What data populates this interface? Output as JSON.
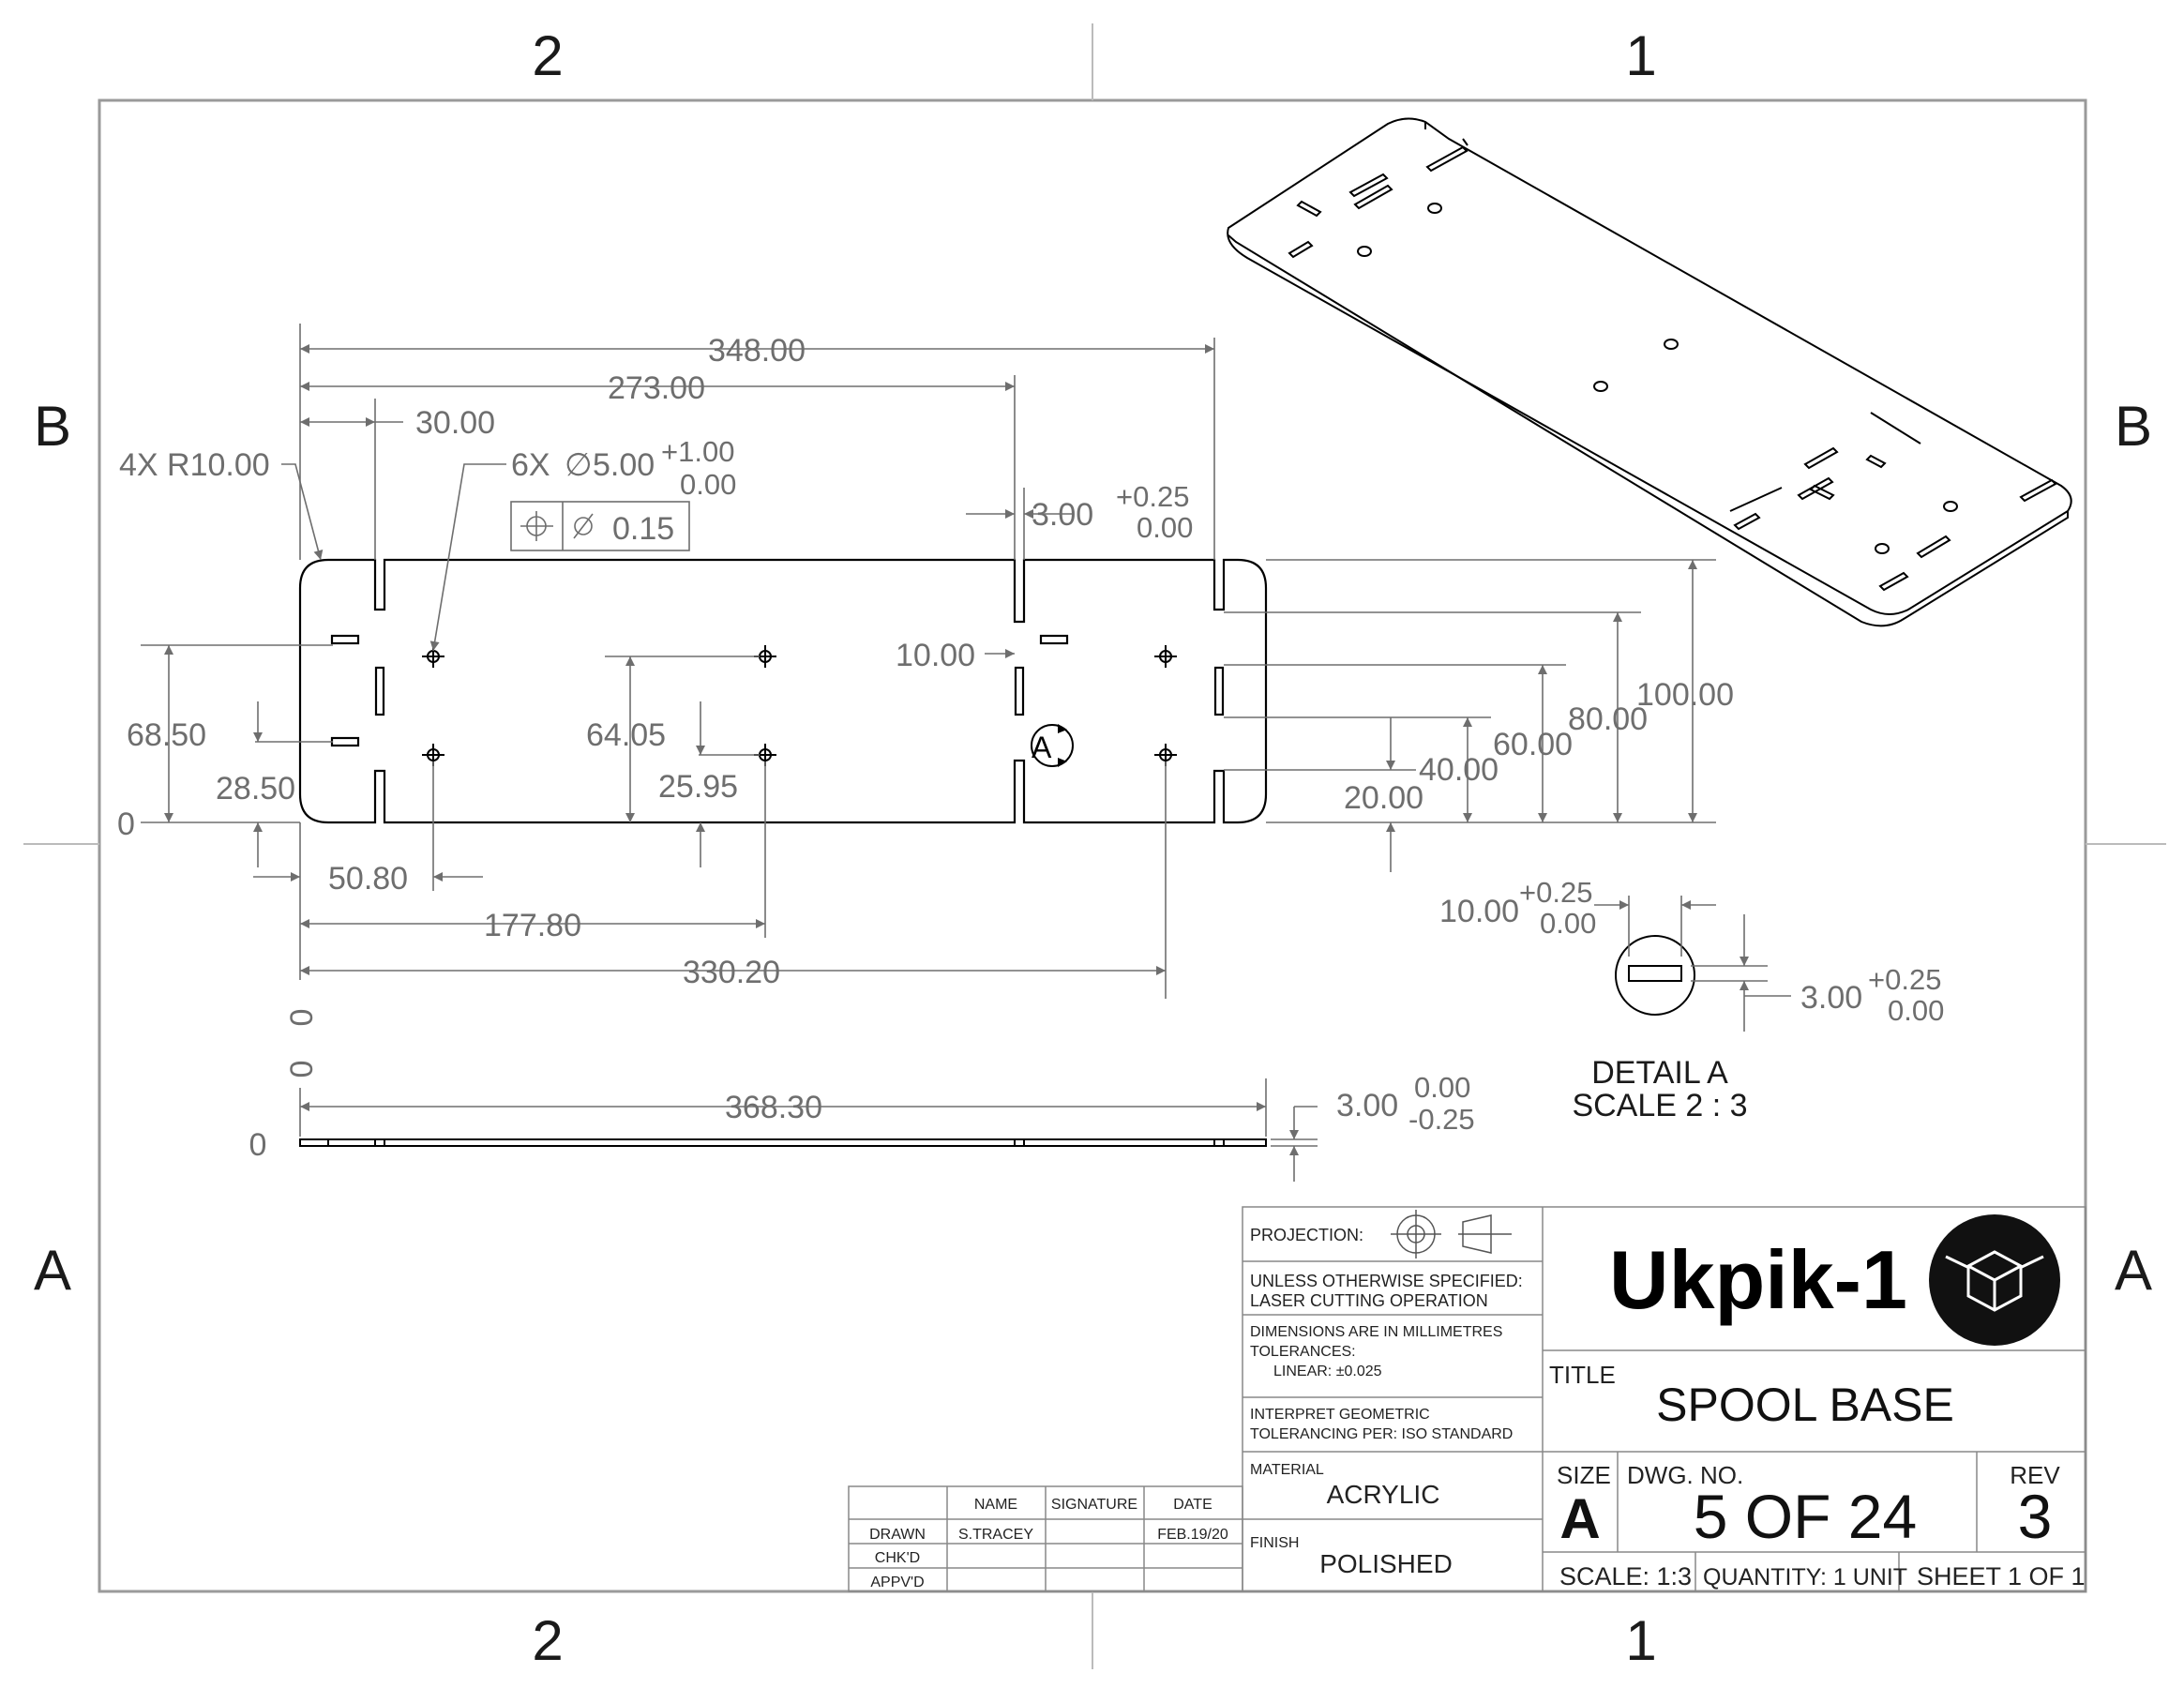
{
  "zones": {
    "top": [
      "2",
      "1"
    ],
    "bottom": [
      "2",
      "1"
    ],
    "left": [
      "B",
      "A"
    ],
    "right": [
      "B",
      "A"
    ]
  },
  "top_view": {
    "overall_length": "348.00",
    "slot_position": "273.00",
    "first_slot": "30.00",
    "corner_radius": "4X R10.00",
    "hole_callout": "6X",
    "hole_dia": "5.00",
    "hole_tol_upper": "+1.00",
    "hole_tol_lower": "0.00",
    "position_tol": "0.15",
    "slot_width": "3.00",
    "slot_width_tol_upper": "+0.25",
    "slot_width_tol_lower": "0.00",
    "slot_10": "10.00",
    "y_68_50": "68.50",
    "y_28_50": "28.50",
    "y_0": "0",
    "y_64_05": "64.05",
    "y_25_95": "25.95",
    "x_50_80": "50.80",
    "x_177_80": "177.80",
    "x_330_20": "330.20",
    "r_100": "100.00",
    "r_80": "80.00",
    "r_60": "60.00",
    "r_40": "40.00",
    "r_20": "20.00",
    "detail_callout": "A"
  },
  "detail": {
    "width": "10.00",
    "width_tol_upper": "+0.25",
    "width_tol_lower": "0.00",
    "height": "3.00",
    "height_tol_upper": "+0.25",
    "height_tol_lower": "0.00",
    "label": "DETAIL A",
    "scale": "SCALE 2 : 3"
  },
  "side_view": {
    "zero_a": "0",
    "zero_b": "0",
    "zero_c": "0",
    "length": "368.30",
    "thickness": "3.00",
    "thickness_tol_upper": "0.00",
    "thickness_tol_lower": "-0.25"
  },
  "title_block": {
    "projection_label": "PROJECTION:",
    "unless_line1": "UNLESS OTHERWISE SPECIFIED:",
    "unless_line2": "LASER CUTTING OPERATION",
    "dims_line1": "DIMENSIONS ARE IN MILLIMETRES",
    "dims_line2": "TOLERANCES:",
    "dims_line3": "LINEAR: ±0.025",
    "interpret_line1": "INTERPRET GEOMETRIC",
    "interpret_line2": "TOLERANCING PER: ISO STANDARD",
    "material_label": "MATERIAL",
    "material": "ACRYLIC",
    "finish_label": "FINISH",
    "finish": "POLISHED",
    "company": "Ukpik-1",
    "title_label": "TITLE",
    "title": "SPOOL BASE",
    "size_label": "SIZE",
    "size": "A",
    "dwg_label": "DWG.  NO.",
    "dwg_no": "5 OF 24",
    "rev_label": "REV",
    "rev": "3",
    "scale": "SCALE: 1:3",
    "quantity": "QUANTITY: 1 UNIT",
    "sheet": "SHEET 1 OF 1"
  },
  "approval_table": {
    "headers": [
      "NAME",
      "SIGNATURE",
      "DATE"
    ],
    "rows": [
      {
        "label": "DRAWN",
        "name": "S.TRACEY",
        "signature": "",
        "date": "FEB.19/20"
      },
      {
        "label": "CHK'D",
        "name": "",
        "signature": "",
        "date": ""
      },
      {
        "label": "APPV'D",
        "name": "",
        "signature": "",
        "date": ""
      }
    ]
  },
  "colors": {
    "line": "#000000",
    "dimension": "#6e6e6e",
    "logo_bg": "#111111"
  }
}
